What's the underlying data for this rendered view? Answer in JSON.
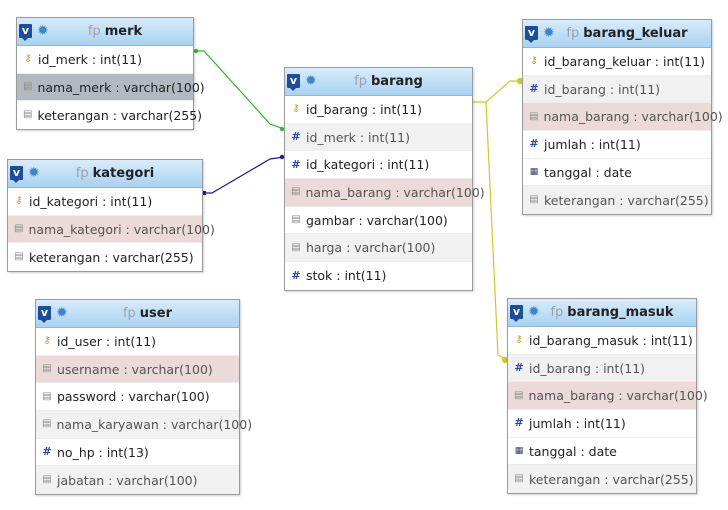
{
  "tables": {
    "merk": {
      "prefix": "fp",
      "name": "merk",
      "fields": [
        {
          "label": "id_merk : int(11)",
          "icon": "key-icon"
        },
        {
          "label": "nama_merk : varchar(100)",
          "icon": "text-field-icon"
        },
        {
          "label": "keterangan : varchar(255)",
          "icon": "text-field-icon"
        }
      ]
    },
    "kategori": {
      "prefix": "fp",
      "name": "kategori",
      "fields": [
        {
          "label": "id_kategori : int(11)",
          "icon": "key-icon"
        },
        {
          "label": "nama_kategori : varchar(100)",
          "icon": "text-field-icon"
        },
        {
          "label": "keterangan : varchar(255)",
          "icon": "text-field-icon"
        }
      ]
    },
    "user": {
      "prefix": "fp",
      "name": "user",
      "fields": [
        {
          "label": "id_user : int(11)",
          "icon": "key-icon"
        },
        {
          "label": "username : varchar(100)",
          "icon": "text-field-icon"
        },
        {
          "label": "password : varchar(100)",
          "icon": "text-field-icon"
        },
        {
          "label": "nama_karyawan : varchar(100)",
          "icon": "text-field-icon"
        },
        {
          "label": "no_hp : int(13)",
          "icon": "numeric-field-icon"
        },
        {
          "label": "jabatan : varchar(100)",
          "icon": "text-field-icon"
        }
      ]
    },
    "barang": {
      "prefix": "fp",
      "name": "barang",
      "fields": [
        {
          "label": "id_barang : int(11)",
          "icon": "key-icon"
        },
        {
          "label": "id_merk : int(11)",
          "icon": "numeric-field-icon"
        },
        {
          "label": "id_kategori : int(11)",
          "icon": "numeric-field-icon"
        },
        {
          "label": "nama_barang : varchar(100)",
          "icon": "text-field-icon"
        },
        {
          "label": "gambar : varchar(100)",
          "icon": "text-field-icon"
        },
        {
          "label": "harga : varchar(100)",
          "icon": "text-field-icon"
        },
        {
          "label": "stok : int(11)",
          "icon": "numeric-field-icon"
        }
      ]
    },
    "barang_keluar": {
      "prefix": "fp",
      "name": "barang_keluar",
      "fields": [
        {
          "label": "id_barang_keluar : int(11)",
          "icon": "key-icon"
        },
        {
          "label": "id_barang : int(11)",
          "icon": "numeric-field-icon"
        },
        {
          "label": "nama_barang : varchar(100)",
          "icon": "text-field-icon"
        },
        {
          "label": "jumlah : int(11)",
          "icon": "numeric-field-icon"
        },
        {
          "label": "tanggal : date",
          "icon": "date-field-icon"
        },
        {
          "label": "keterangan : varchar(255)",
          "icon": "text-field-icon"
        }
      ]
    },
    "barang_masuk": {
      "prefix": "fp",
      "name": "barang_masuk",
      "fields": [
        {
          "label": "id_barang_masuk : int(11)",
          "icon": "key-icon"
        },
        {
          "label": "id_barang : int(11)",
          "icon": "numeric-field-icon"
        },
        {
          "label": "nama_barang : varchar(100)",
          "icon": "text-field-icon"
        },
        {
          "label": "jumlah : int(11)",
          "icon": "numeric-field-icon"
        },
        {
          "label": "tanggal : date",
          "icon": "date-field-icon"
        },
        {
          "label": "keterangan : varchar(255)",
          "icon": "text-field-icon"
        }
      ]
    }
  },
  "relations": [
    {
      "from": "barang.id_merk",
      "to": "merk.id_merk",
      "color": "#2bbd2b"
    },
    {
      "from": "barang.id_kategori",
      "to": "kategori.id_kategori",
      "color": "#1a1aa8"
    },
    {
      "from": "barang_keluar.id_barang",
      "to": "barang.id_barang",
      "color": "#cccc22"
    },
    {
      "from": "barang_masuk.id_barang",
      "to": "barang.id_barang",
      "color": "#cccc22"
    }
  ],
  "colors": {
    "header_top": "#d8ecfa",
    "header_bottom": "#a9d2f1",
    "row_alt": "#f1f1f1",
    "row_highlight": "#ecd9d9",
    "row_selected": "#b4b9bf"
  }
}
